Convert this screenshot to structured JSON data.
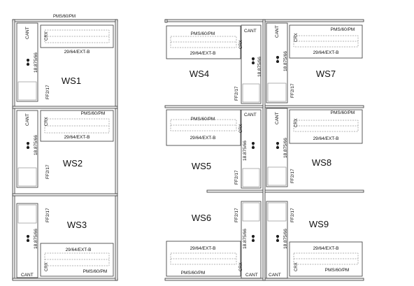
{
  "plan": {
    "top_label": "PMS/60/PM",
    "workstations": [
      {
        "id": "WS1",
        "label": "WS1",
        "cant": "CANT",
        "crx": "CRX",
        "dim": "18.875/66",
        "ff": "FF2/17",
        "desk": "29/64/EXT-B",
        "pms": ""
      },
      {
        "id": "WS2",
        "label": "WS2",
        "cant": "CANT",
        "crx": "CRX",
        "dim": "18.875/66",
        "ff": "FF2/17",
        "desk": "29/64/EXT-B",
        "pms": "PMS/60/PM"
      },
      {
        "id": "WS3",
        "label": "WS3",
        "cant": "CANT",
        "crx": "CRX",
        "dim": "18.875/66",
        "ff": "FF2/17",
        "desk": "29/64/EXT-B",
        "pms": "PMS/60/PM"
      },
      {
        "id": "WS4",
        "label": "WS4",
        "cant": "CANT",
        "crx": "CRX",
        "dim": "18.875/66",
        "ff": "FF2/17",
        "desk": "29/64/EXT-B",
        "pms": "PMS/60/PM"
      },
      {
        "id": "WS5",
        "label": "WS5",
        "cant": "CANT",
        "crx": "CRX",
        "dim": "18.875/66",
        "ff": "FF2/17",
        "desk": "29/64/EXT-B",
        "pms": "PMS/60/PM"
      },
      {
        "id": "WS6",
        "label": "WS6",
        "cant": "CANT",
        "crx": "CRX",
        "dim": "18.875/66",
        "ff": "FF2/17",
        "desk": "29/64/EXT-B",
        "pms": "PMS/60/PM"
      },
      {
        "id": "WS7",
        "label": "WS7",
        "cant": "CANT",
        "crx": "CRX",
        "dim": "18.875/66",
        "ff": "FF2/17",
        "desk": "29/64/EXT-B",
        "pms": "PMS/60/PM"
      },
      {
        "id": "WS8",
        "label": "WS8",
        "cant": "CANT",
        "crx": "CRX",
        "dim": "18.875/66",
        "ff": "FF2/17",
        "desk": "29/64/EXT-B",
        "pms": "PMS/60/PM"
      },
      {
        "id": "WS9",
        "label": "WS9",
        "cant": "CANT",
        "crx": "CRX",
        "dim": "18.875/66",
        "ff": "FF2/17",
        "desk": "29/64/EXT-B",
        "pms": "PMS/60/PM"
      }
    ]
  }
}
